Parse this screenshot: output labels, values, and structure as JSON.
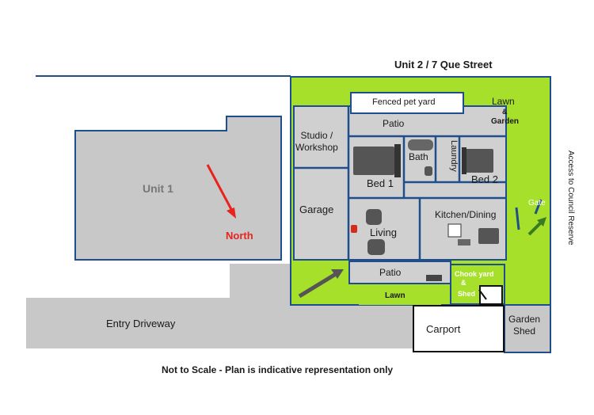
{
  "title": "Unit 2 / 7 Que Street",
  "footer": "Not to Scale - Plan is indicative representation only",
  "north_label": "North",
  "access_label": "Access to Council Reserve",
  "rooms": {
    "unit1": "Unit 1",
    "garage": "Garage",
    "studio": "Studio /\nWorkshop",
    "patio_top": "Patio",
    "patio_bottom": "Patio",
    "fenced_pet_yard": "Fenced pet yard",
    "bed1": "Bed 1",
    "bath": "Bath",
    "laundry": "Laundry",
    "bed2": "Bed 2",
    "living": "Living",
    "kitchen_dining": "Kitchen/Dining",
    "lawn_garden_main": "Lawn",
    "lawn_garden_amp": "&",
    "lawn_garden_sub": "Garden",
    "gate": "Gate",
    "lawn_small": "Lawn",
    "chook_yard_main": "Chook yard",
    "chook_yard_amp": "&",
    "chook_yard_sub": "Shed",
    "carport": "Carport",
    "garden_shed": "Garden\nShed",
    "entry_driveway": "Entry Driveway"
  },
  "colors": {
    "wall": "#1e4f8c",
    "lawn": "#a6e02a",
    "building": "#c8c8c8",
    "north_arrow": "#e8231e",
    "pointer_arrow": "#555555",
    "gate_arrow": "#3a7a20"
  }
}
